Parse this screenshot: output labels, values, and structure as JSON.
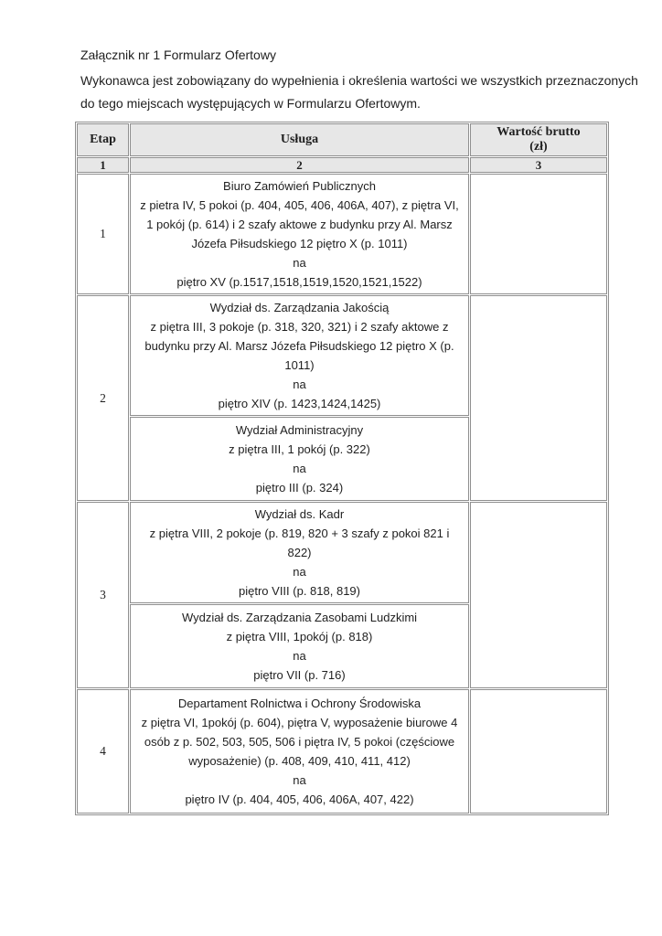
{
  "colors": {
    "page_bg": "#ffffff",
    "text": "#1f1f1f",
    "table_border": "#8f8f8f",
    "header_bg": "#e7e7e7"
  },
  "page": {
    "title": "Załącznik nr 1 Formularz Ofertowy",
    "intro_line1": "Wykonawca jest zobowiązany do wypełnienia i określenia wartości we wszystkich przeznaczonych",
    "intro_line2": "do tego miejscach występujących w Formularzu Ofertowym."
  },
  "table": {
    "header": {
      "etap": "Etap",
      "usluga": "Usługa",
      "wartosc": "Wartość brutto",
      "wartosc_unit": "(zł)"
    },
    "numbering": [
      "1",
      "2",
      "3"
    ],
    "rows": [
      {
        "etap": "1",
        "wartosc": "",
        "services": [
          {
            "name": "Biuro Zamówień Publicznych",
            "origin": "z pietra IV, 5 pokoi (p. 404, 405, 406, 406A, 407), z piętra VI, 1 pokój (p. 614)  i 2 szafy aktowe z budynku przy Al. Marsz Józefa Piłsudskiego 12 piętro X (p. 1011)",
            "na": "na",
            "destination": "piętro XV (p.1517,1518,1519,1520,1521,1522)"
          }
        ]
      },
      {
        "etap": "2",
        "wartosc": "",
        "services": [
          {
            "name": "Wydział ds. Zarządzania Jakością",
            "origin": "z piętra III, 3 pokoje (p. 318, 320, 321) i 2 szafy aktowe z budynku przy Al. Marsz Józefa Piłsudskiego 12 piętro X (p. 1011)",
            "na": "na",
            "destination": "piętro XIV (p. 1423,1424,1425)"
          },
          {
            "name": "Wydział Administracyjny",
            "origin": "z piętra III, 1 pokój (p. 322)",
            "na": "na",
            "destination": "piętro III (p. 324)"
          }
        ]
      },
      {
        "etap": "3",
        "wartosc": "",
        "services": [
          {
            "name": "Wydział ds. Kadr",
            "origin": "z piętra VIII, 2 pokoje (p. 819, 820 + 3 szafy z pokoi 821 i 822)",
            "na": "na",
            "destination": "piętro VIII (p. 818, 819)"
          },
          {
            "name": "Wydział ds. Zarządzania Zasobami Ludzkimi",
            "origin": "z piętra VIII, 1pokój (p. 818)",
            "na": "na",
            "destination": "piętro VII (p. 716)"
          }
        ]
      },
      {
        "etap": "4",
        "wartosc": "",
        "services": [
          {
            "name": "Departament Rolnictwa i Ochrony Środowiska",
            "origin": "z piętra VI, 1pokój (p. 604),  piętra V, wyposażenie biurowe 4 osób z p. 502, 503, 505, 506 i piętra IV, 5 pokoi (częściowe wyposażenie) (p. 408, 409, 410, 411, 412)",
            "na": "na",
            "destination": "piętro IV (p. 404, 405, 406, 406A, 407, 422)"
          }
        ]
      }
    ]
  }
}
